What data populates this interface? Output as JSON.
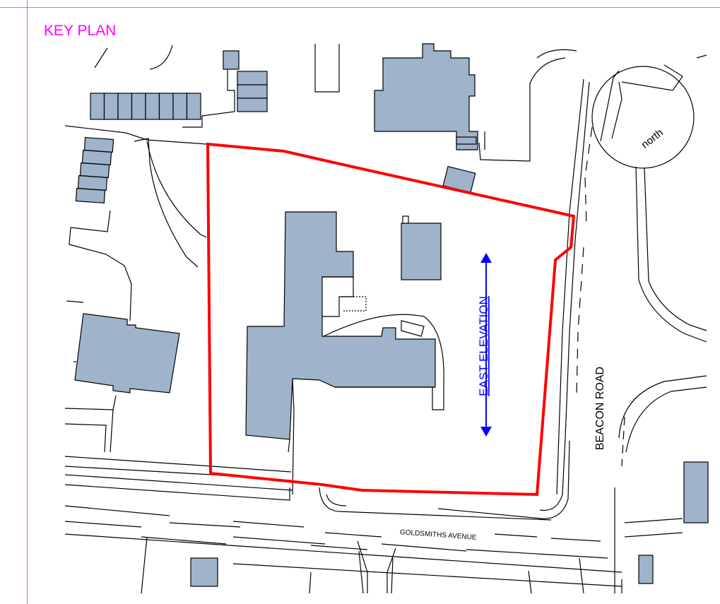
{
  "title": "KEY PLAN",
  "labels": {
    "north": "north",
    "east_elevation": "EAST ELEVATION",
    "beacon_road": "BEACON ROAD",
    "goldsmiths_avenue": "GOLDSMITHS AVENUE"
  },
  "colors": {
    "building_fill": "#9fb3cb",
    "site_boundary": "#ff0000",
    "elevation_marker": "#0000ff",
    "title": "#ff00ff",
    "frame": "#e060e0"
  }
}
